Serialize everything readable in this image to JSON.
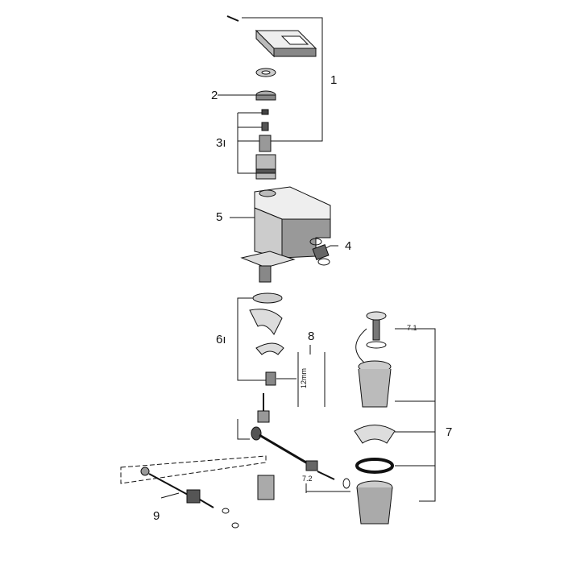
{
  "title": "Faucet exploded parts diagram",
  "labels": {
    "p1": "1",
    "p2": "2",
    "p3": "3ı",
    "p4": "4",
    "p5": "5",
    "p6": "6ı",
    "p7": "7",
    "p71": "7.1",
    "p72": "7.2",
    "p8": "8",
    "p9": "9",
    "dim": "12mm"
  },
  "colors": {
    "line": "#111111",
    "shade": "#777777",
    "light": "#cfcfcf"
  }
}
